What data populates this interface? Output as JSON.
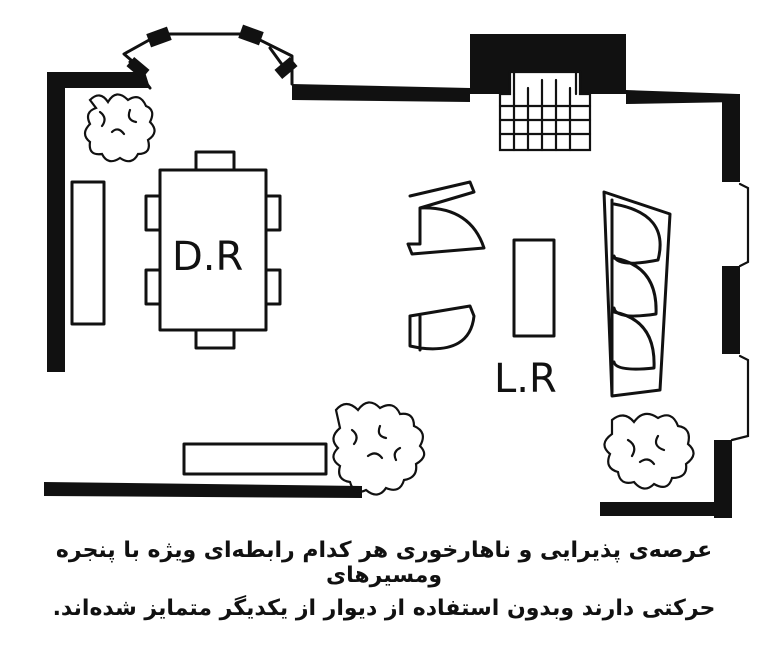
{
  "room_labels": {
    "dining": "D.R",
    "living": "L.R"
  },
  "caption": {
    "line1": "عرصه‌ی پذیرایی و ناهارخوری هر کدام رابطه‌ای ویژه با پنجره ومسیرهای",
    "line2": "حرکتی دارند وبدون استفاده از دیوار از یکدیگر متمایز شده‌اند."
  }
}
